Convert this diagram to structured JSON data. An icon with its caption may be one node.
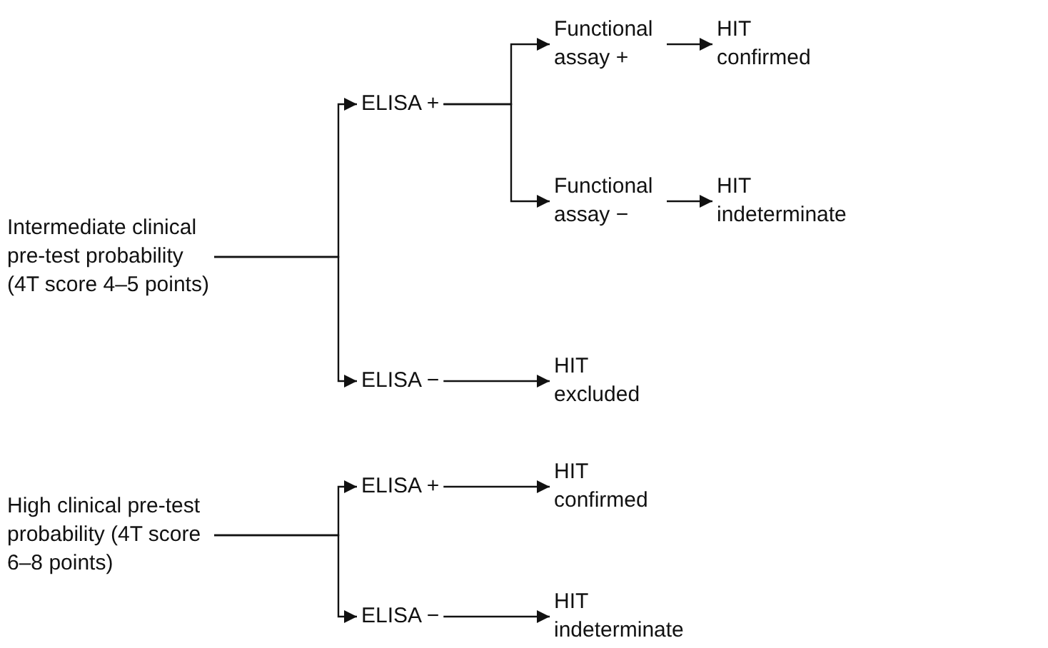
{
  "diagram": {
    "nodes": [
      {
        "text": [
          "Intermediate clinical pre-test probability (4T score 4–5 points)"
        ]
      },
      {
        "text": [
          "ELISA +"
        ]
      },
      {
        "text": [
          "Functional assay +"
        ]
      },
      {
        "text": [
          "HIT confirmed"
        ]
      },
      {
        "text": [
          "Functional assay −"
        ]
      },
      {
        "text": [
          "HIT indeterminate"
        ]
      },
      {
        "text": [
          "ELISA −"
        ]
      },
      {
        "text": [
          "HIT excluded"
        ]
      },
      {
        "text": [
          "High clinical pre-test probability (4T score 6–8 points)"
        ]
      },
      {
        "text": [
          "ELISA +"
        ]
      },
      {
        "text": [
          "HIT confirmed"
        ]
      },
      {
        "text": [
          "ELISA −"
        ]
      },
      {
        "text": [
          "HIT indeterminate"
        ]
      }
    ],
    "edges": [
      {
        "from": 0,
        "to": 1,
        "arrow": "to"
      },
      {
        "from": 0,
        "to": 6,
        "arrow": "to"
      },
      {
        "from": 1,
        "to": 2,
        "arrow": "to"
      },
      {
        "from": 1,
        "to": 4,
        "arrow": "to"
      },
      {
        "from": 2,
        "to": 3,
        "arrow": "to"
      },
      {
        "from": 4,
        "to": 5,
        "arrow": "to"
      },
      {
        "from": 6,
        "to": 7,
        "arrow": "to"
      },
      {
        "from": 8,
        "to": 9,
        "arrow": "to"
      },
      {
        "from": 8,
        "to": 11,
        "arrow": "to"
      },
      {
        "from": 9,
        "to": 10,
        "arrow": "to"
      },
      {
        "from": 11,
        "to": 12,
        "arrow": "to"
      }
    ]
  }
}
